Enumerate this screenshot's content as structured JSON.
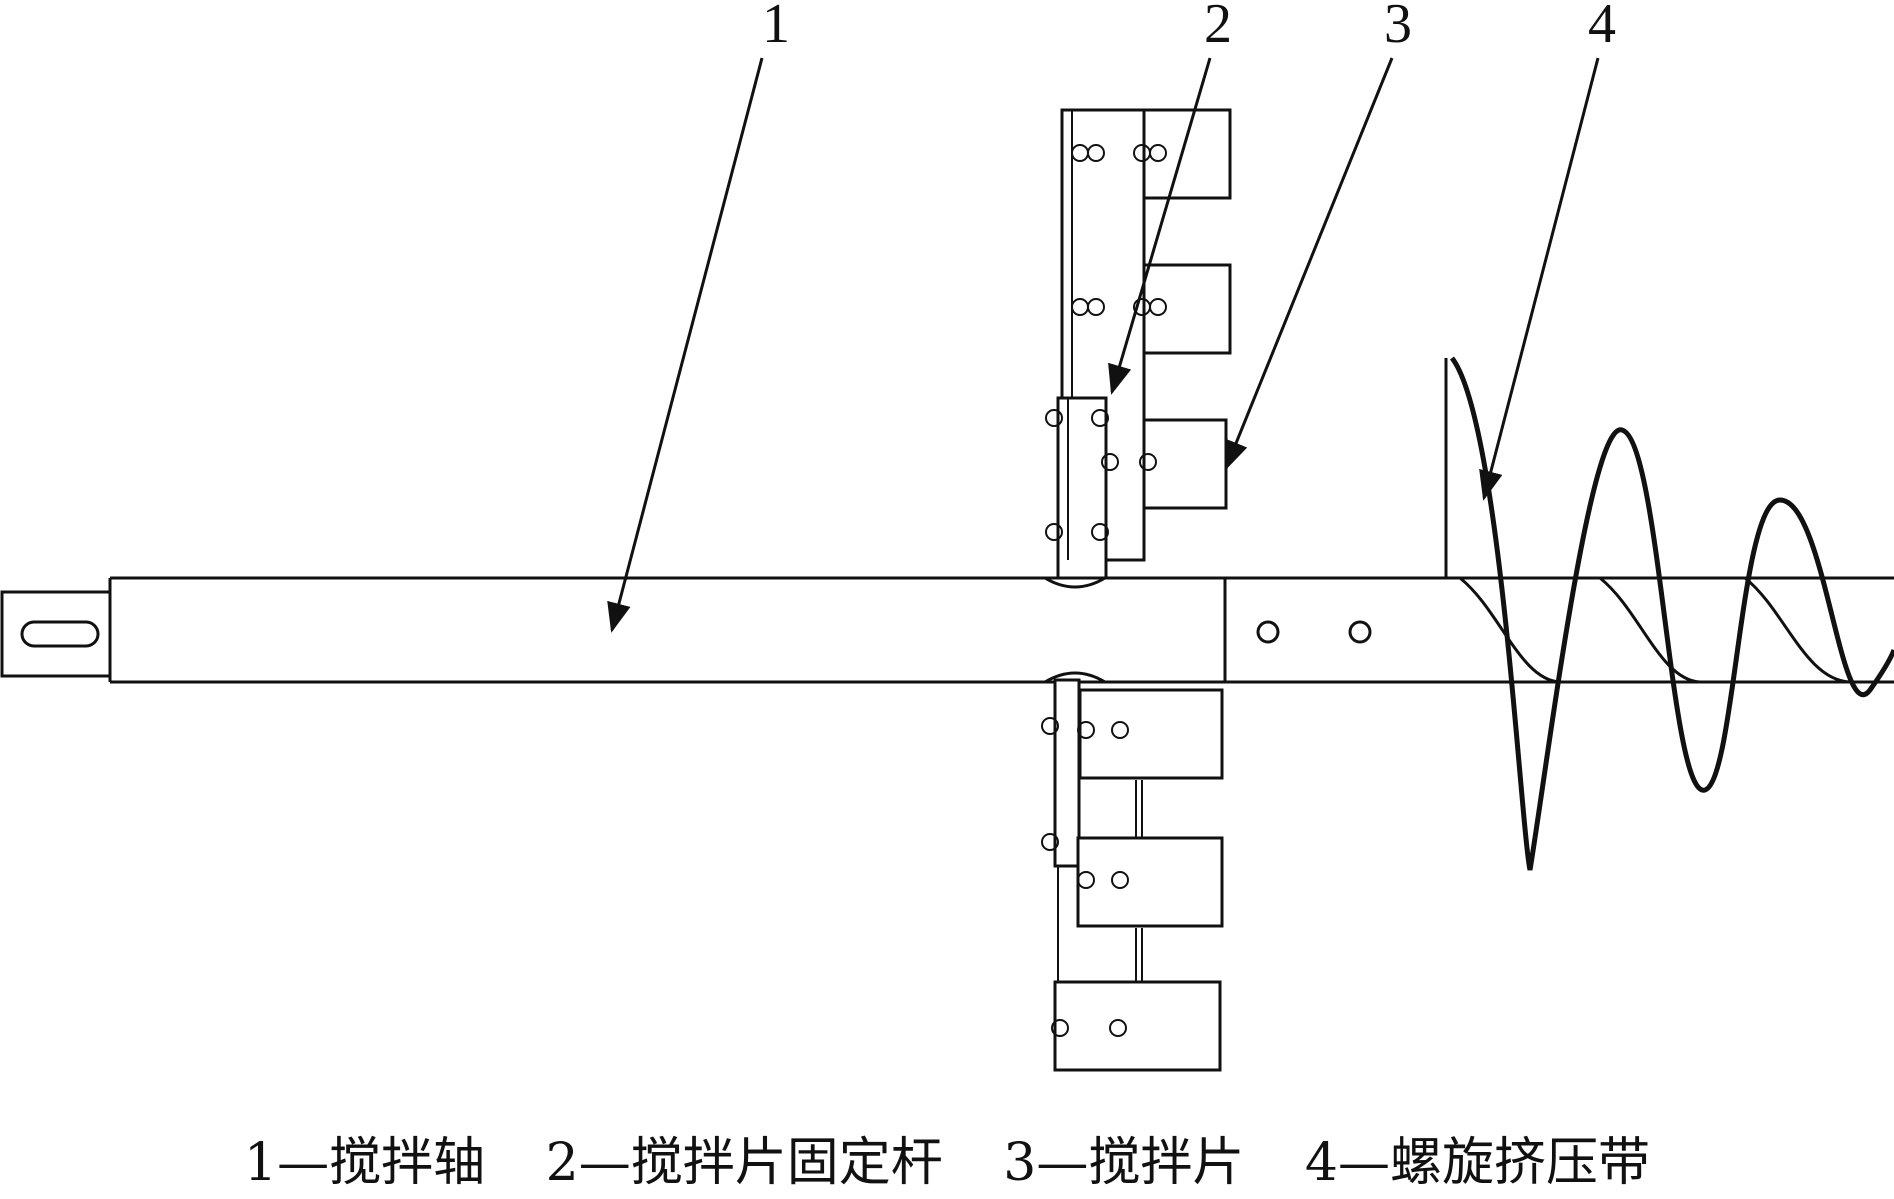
{
  "labels": [
    "1",
    "2",
    "3",
    "4"
  ],
  "caption": [
    {
      "num": "1",
      "sep": "—",
      "text": "搅拌轴"
    },
    {
      "num": "2",
      "sep": "—",
      "text": "搅拌片固定杆"
    },
    {
      "num": "3",
      "sep": "—",
      "text": "搅拌片"
    },
    {
      "num": "4",
      "sep": "—",
      "text": "螺旋挤压带"
    }
  ]
}
